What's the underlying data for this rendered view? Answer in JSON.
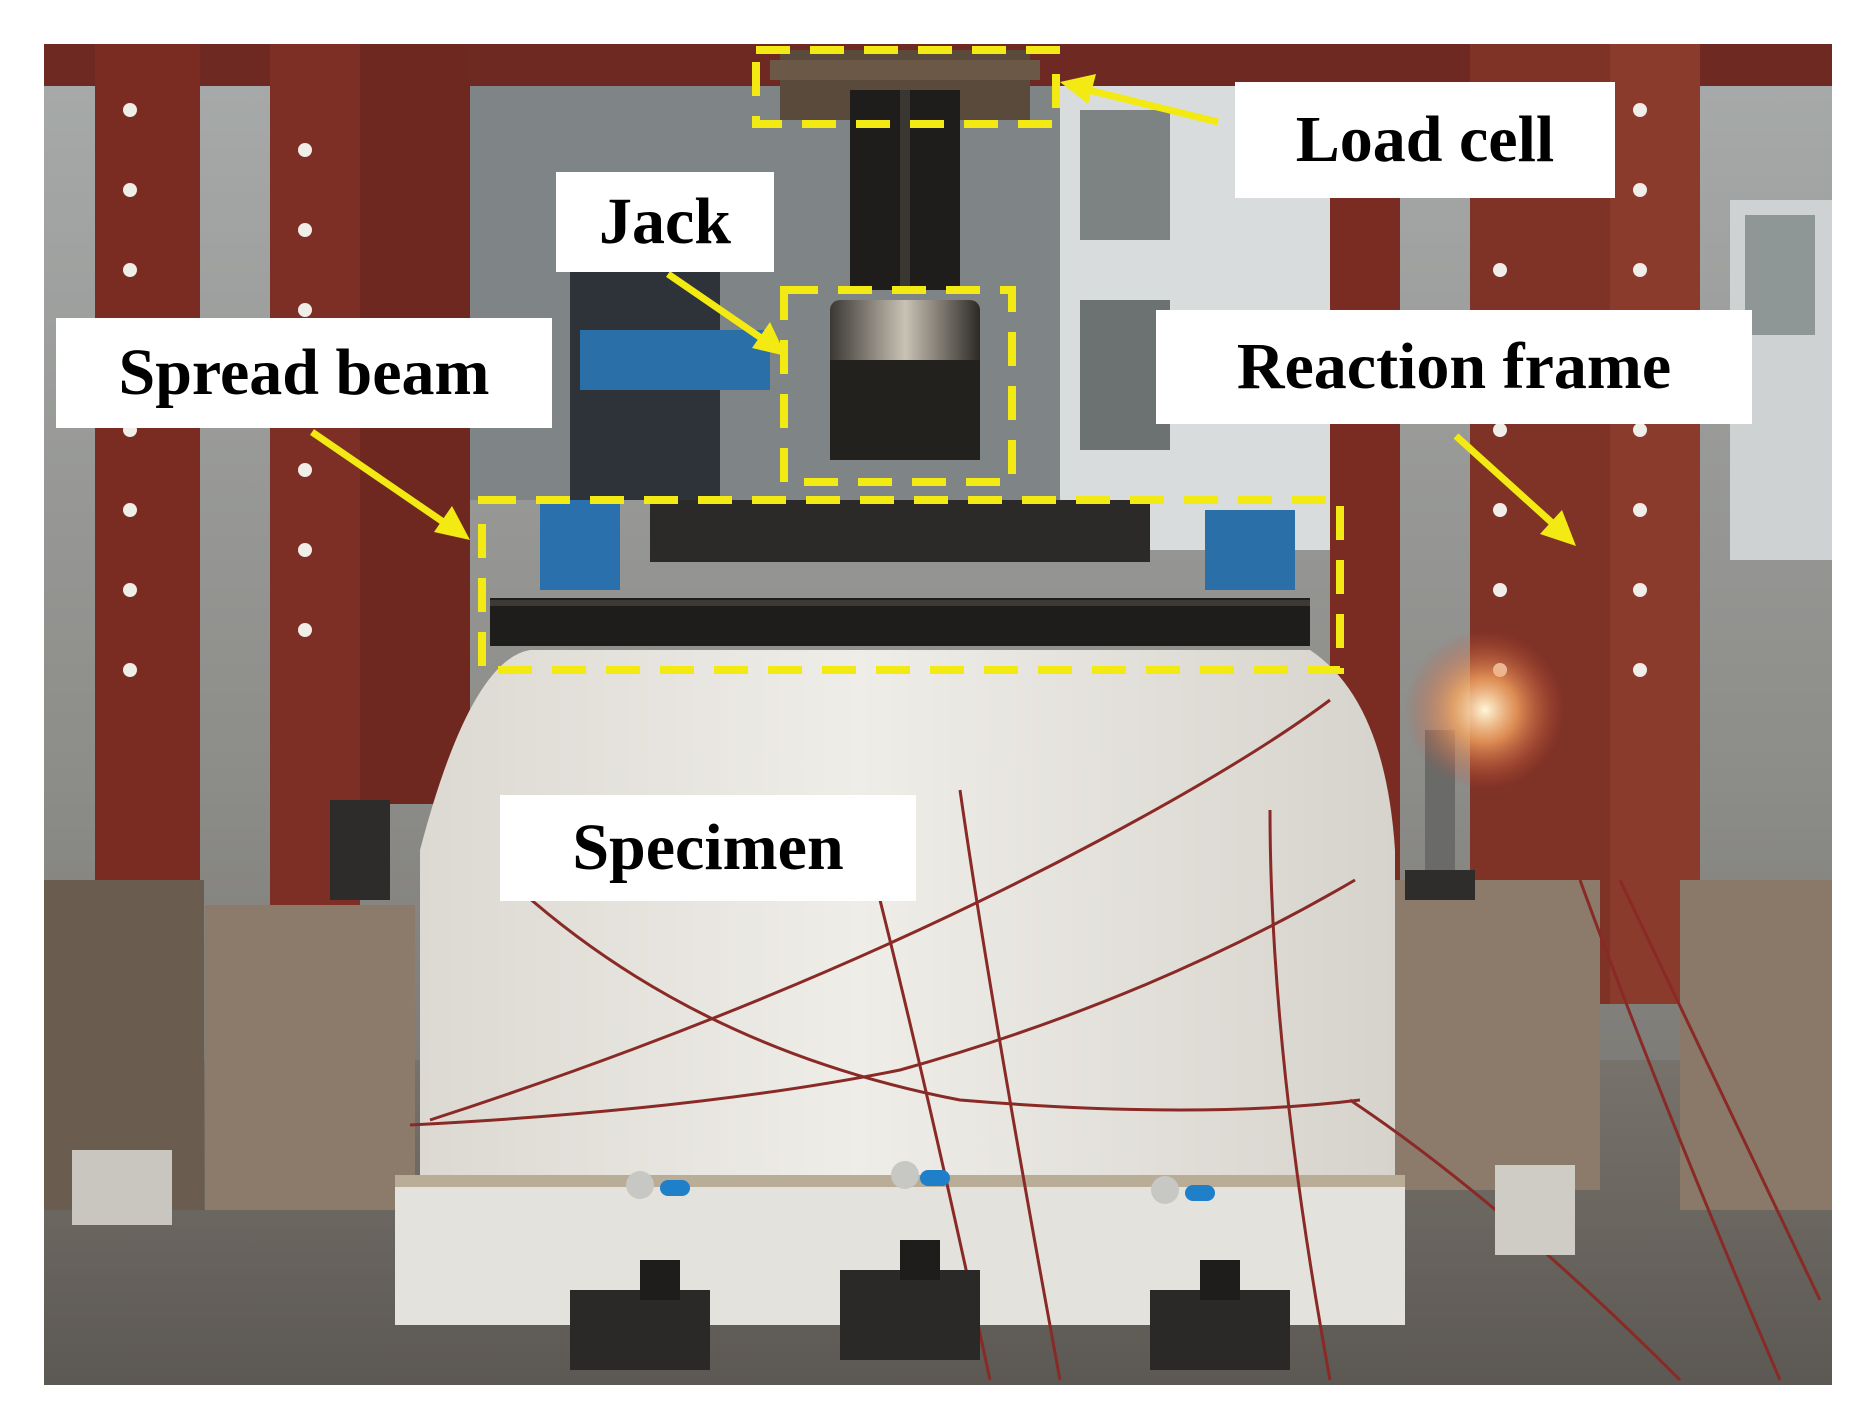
{
  "labels": {
    "load_cell": "Load cell",
    "jack": "Jack",
    "spread_beam": "Spread beam",
    "reaction_frame": "Reaction frame",
    "specimen": "Specimen"
  },
  "colors": {
    "annotation": "#f2ea12",
    "frame": "#7a2a22",
    "concrete": "#e9e7e1",
    "label_bg": "#ffffff",
    "label_text": "#000000"
  }
}
